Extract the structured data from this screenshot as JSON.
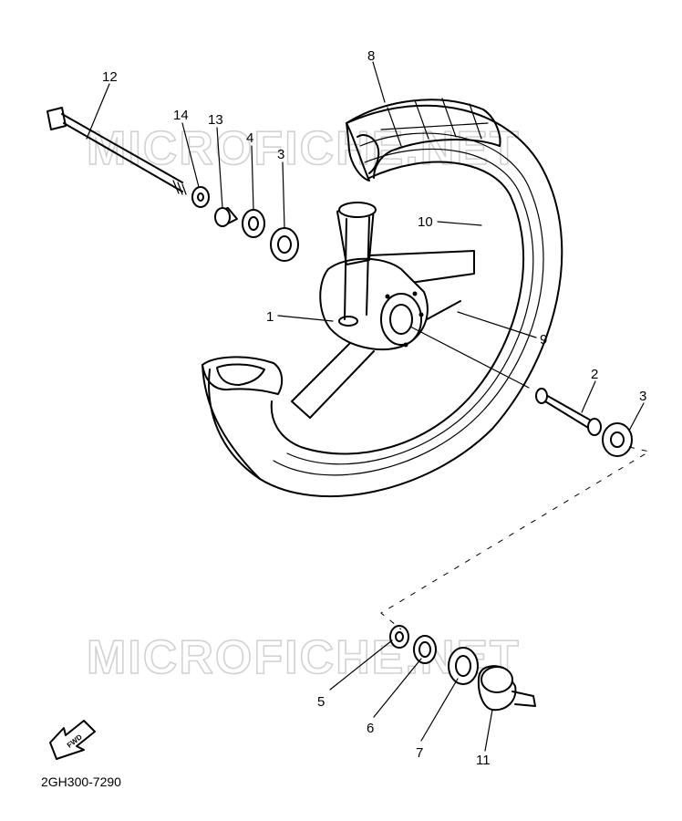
{
  "watermark": "MICROFICHE.NET",
  "part_number": "2GH300-7290",
  "fwd_label": "FWD",
  "callouts": {
    "c1": "1",
    "c2": "2",
    "c3a": "3",
    "c3b": "3",
    "c4": "4",
    "c5": "5",
    "c6": "6",
    "c7": "7",
    "c8": "8",
    "c9": "9",
    "c10": "10",
    "c11": "11",
    "c12": "12",
    "c13": "13",
    "c14": "14"
  },
  "colors": {
    "line": "#000000",
    "watermark": "#d2d2d2",
    "background": "#ffffff"
  }
}
